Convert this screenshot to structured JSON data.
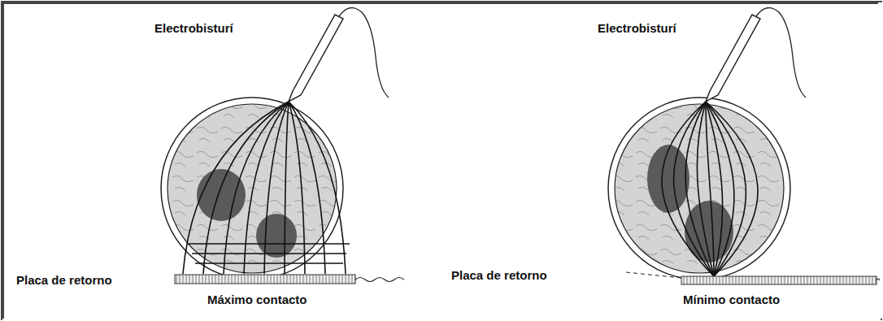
{
  "diagram": {
    "labels": [
      "Electrobisturí",
      "Placa de retorno",
      "Máximo contacto",
      "Electrobisturí",
      "Placa de retorno",
      "Mínimo contacto"
    ]
  }
}
